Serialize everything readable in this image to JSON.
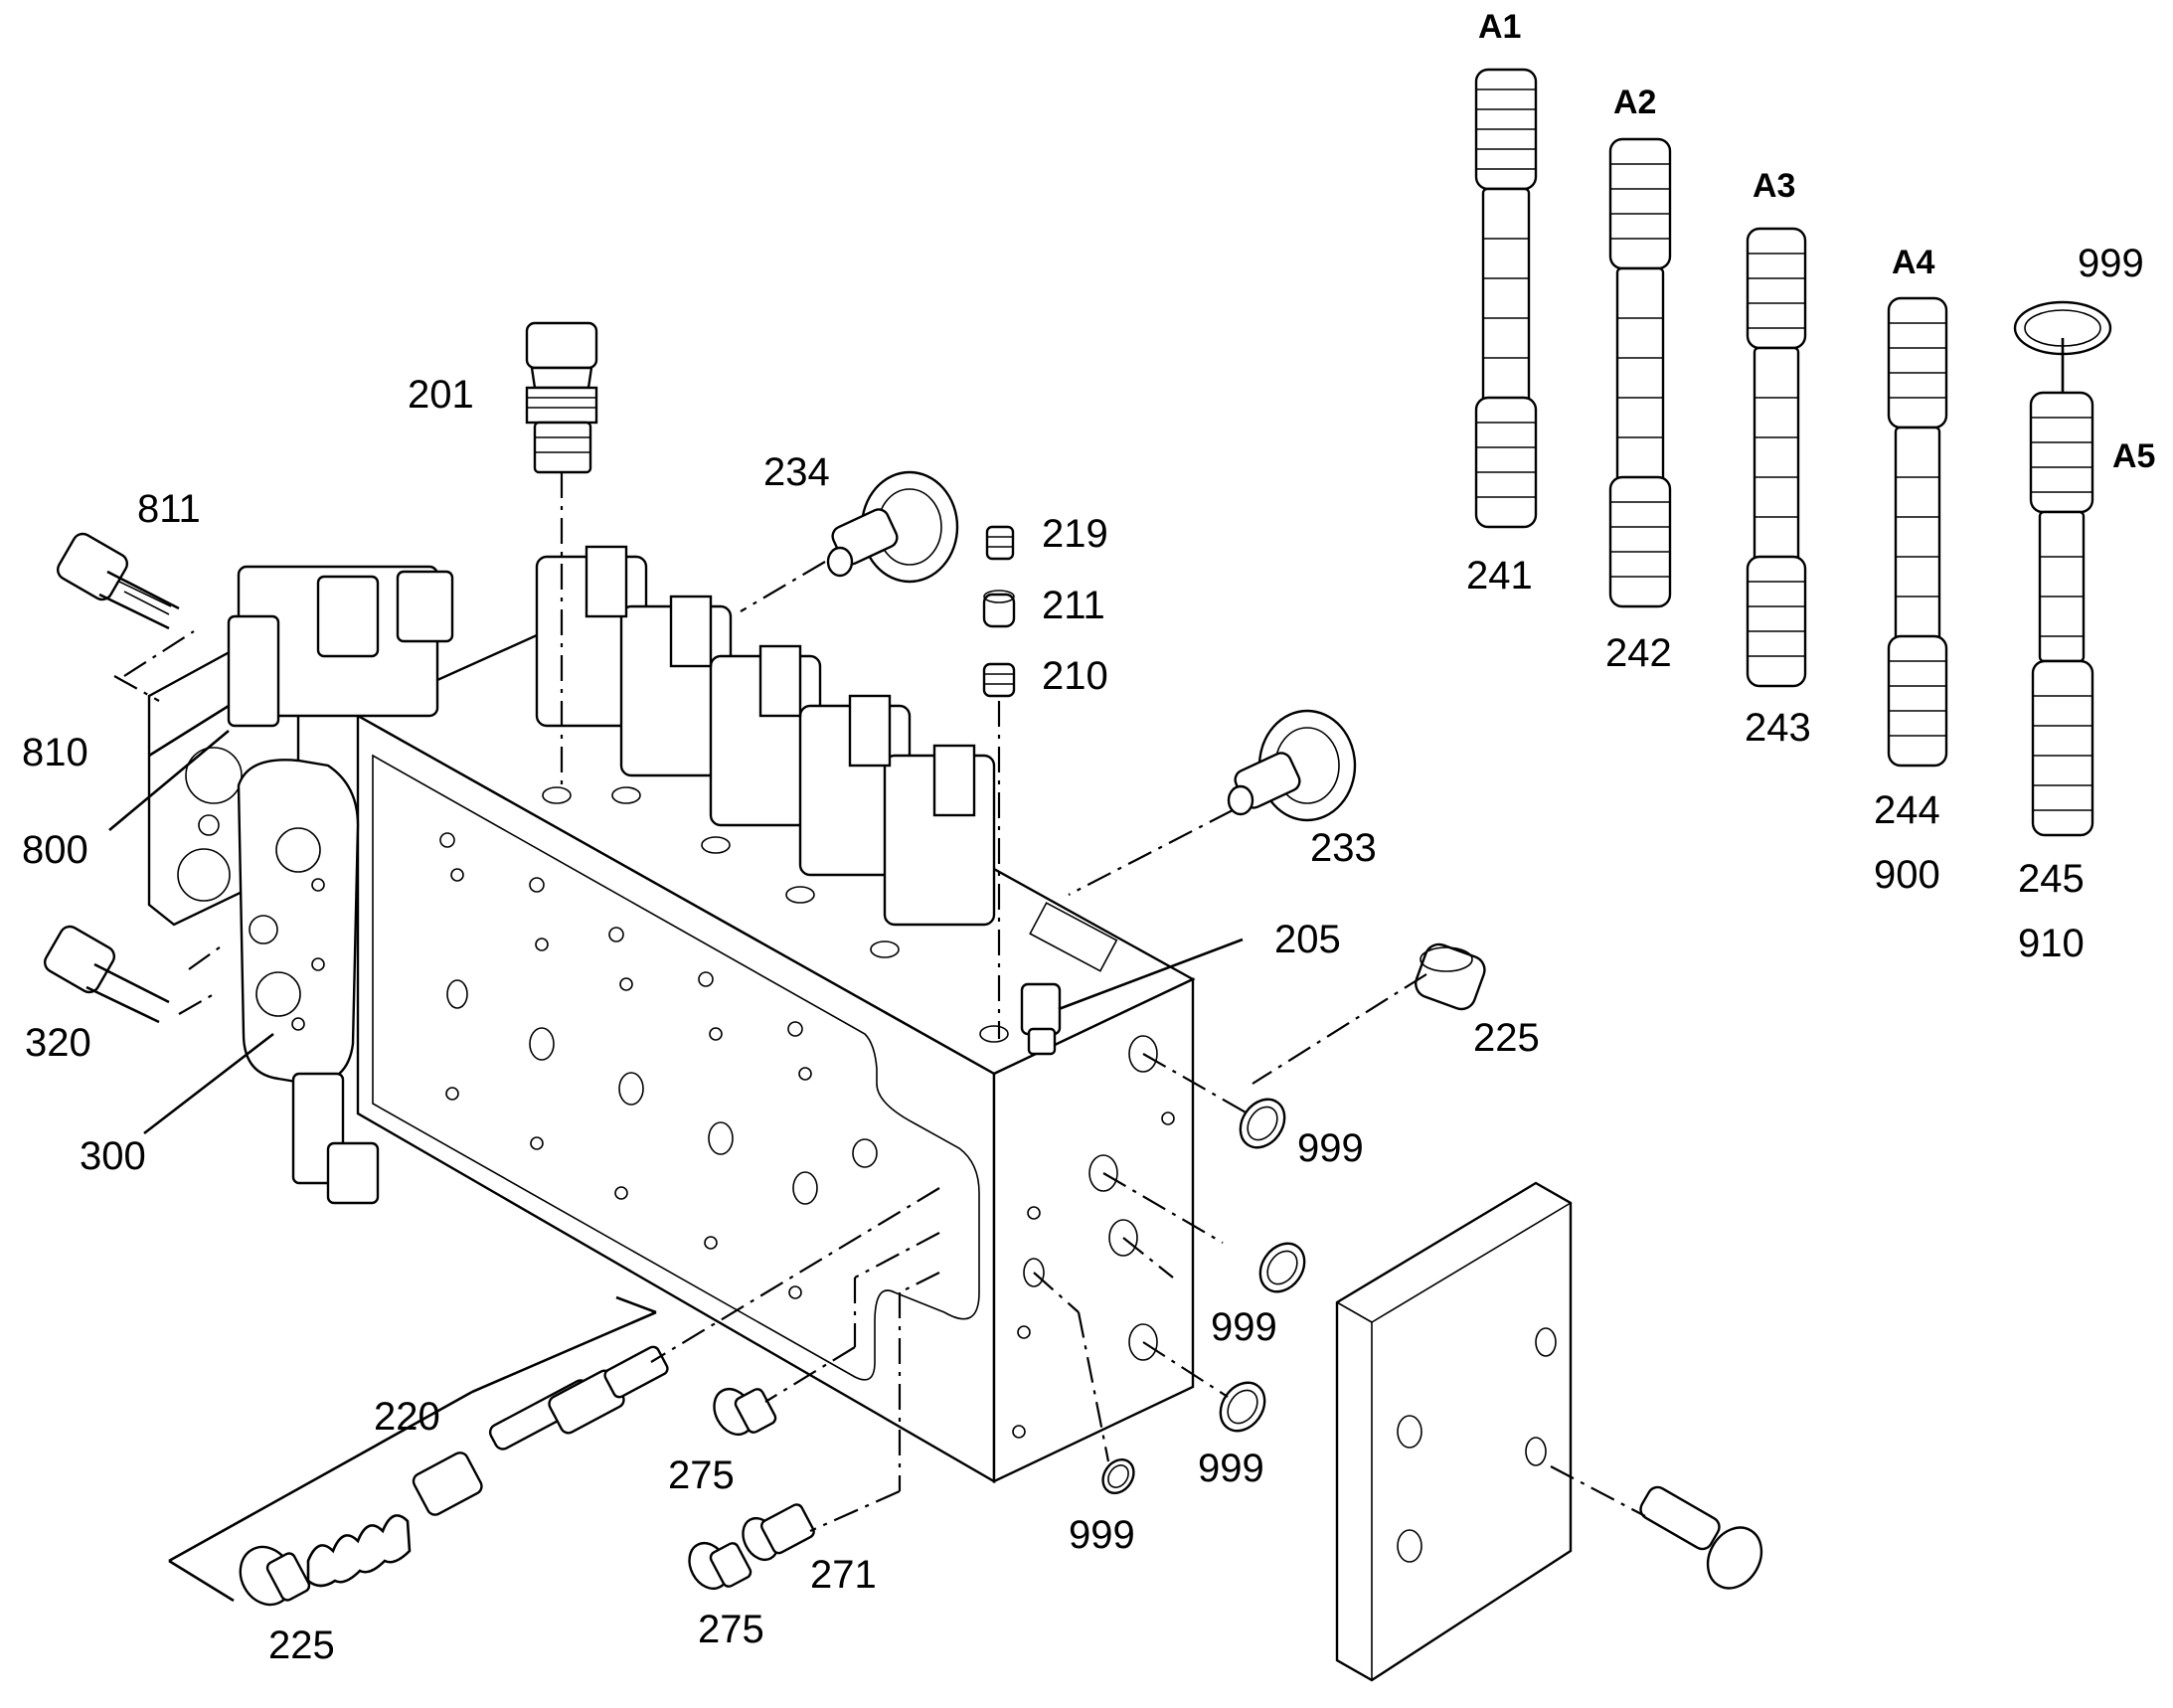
{
  "diagram": {
    "part_labels": {
      "p201": "201",
      "p234": "234",
      "p219": "219",
      "p211": "211",
      "p210": "210",
      "p233": "233",
      "p205": "205",
      "p225a": "225",
      "p225b": "225",
      "p811": "811",
      "p810": "810",
      "p800": "800",
      "p320": "320",
      "p300": "300",
      "p220": "220",
      "p275a": "275",
      "p275b": "275",
      "p271": "271",
      "p999a": "999",
      "p999b": "999",
      "p999c": "999",
      "p999d": "999",
      "p999e": "999",
      "p241": "241",
      "p242": "242",
      "p243": "243",
      "p244": "244",
      "p245": "245",
      "p900": "900",
      "p910": "910"
    },
    "spool_labels": {
      "a1": "A1",
      "a2": "A2",
      "a3": "A3",
      "a4": "A4",
      "a5": "A5"
    }
  }
}
